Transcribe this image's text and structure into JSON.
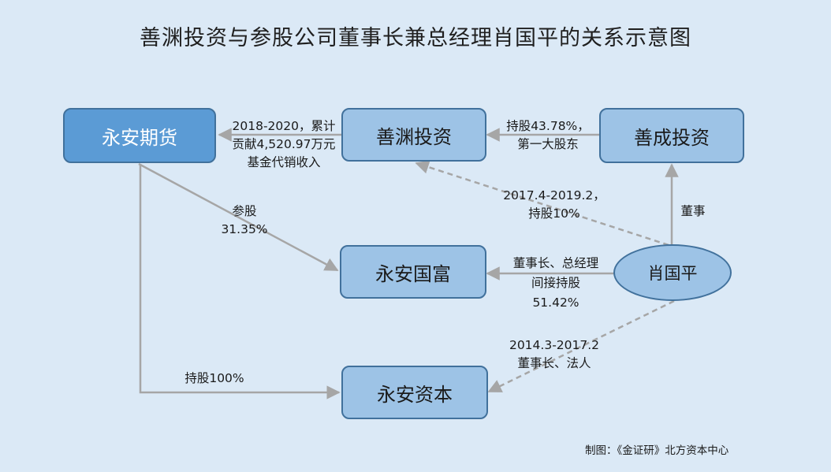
{
  "title": "善渊投资与参股公司董事长兼总经理肖国平的关系示意图",
  "nodes": {
    "yongan_futures": "永安期货",
    "shanyuan": "善渊投资",
    "shancheng": "善成投资",
    "yongan_guofu": "永安国富",
    "xiao_guoping": "肖国平",
    "yongan_capital": "永安资本"
  },
  "edges": {
    "shanyuan_to_futures": {
      "line1": "2018-2020，累计",
      "line2": "贡献4,520.97万元",
      "line3": "基金代销收入"
    },
    "shancheng_to_shanyuan": {
      "line1": "持股43.78%，",
      "line2": "第一大股东"
    },
    "xiao_to_shanyuan": {
      "line1": "2017.4-2019.2，",
      "line2": "持股10%"
    },
    "futures_to_guofu": {
      "line1": "参股",
      "line2": "31.35%"
    },
    "xiao_to_shancheng": {
      "line1": "董事"
    },
    "xiao_to_guofu": {
      "line1": "董事长、总经理",
      "line2": "间接持股",
      "line3": "51.42%"
    },
    "xiao_to_capital": {
      "line1": "2014.3-2017.2",
      "line2": "董事长、法人"
    },
    "futures_to_capital": {
      "line1": "持股100%"
    }
  },
  "credit": "制图：《金证研》北方资本中心",
  "colors": {
    "background": "#dbe9f6",
    "node_fill": "#9dc3e6",
    "node_dark_fill": "#5b9bd5",
    "node_border": "#41719c",
    "arrow": "#a6a6a6"
  }
}
